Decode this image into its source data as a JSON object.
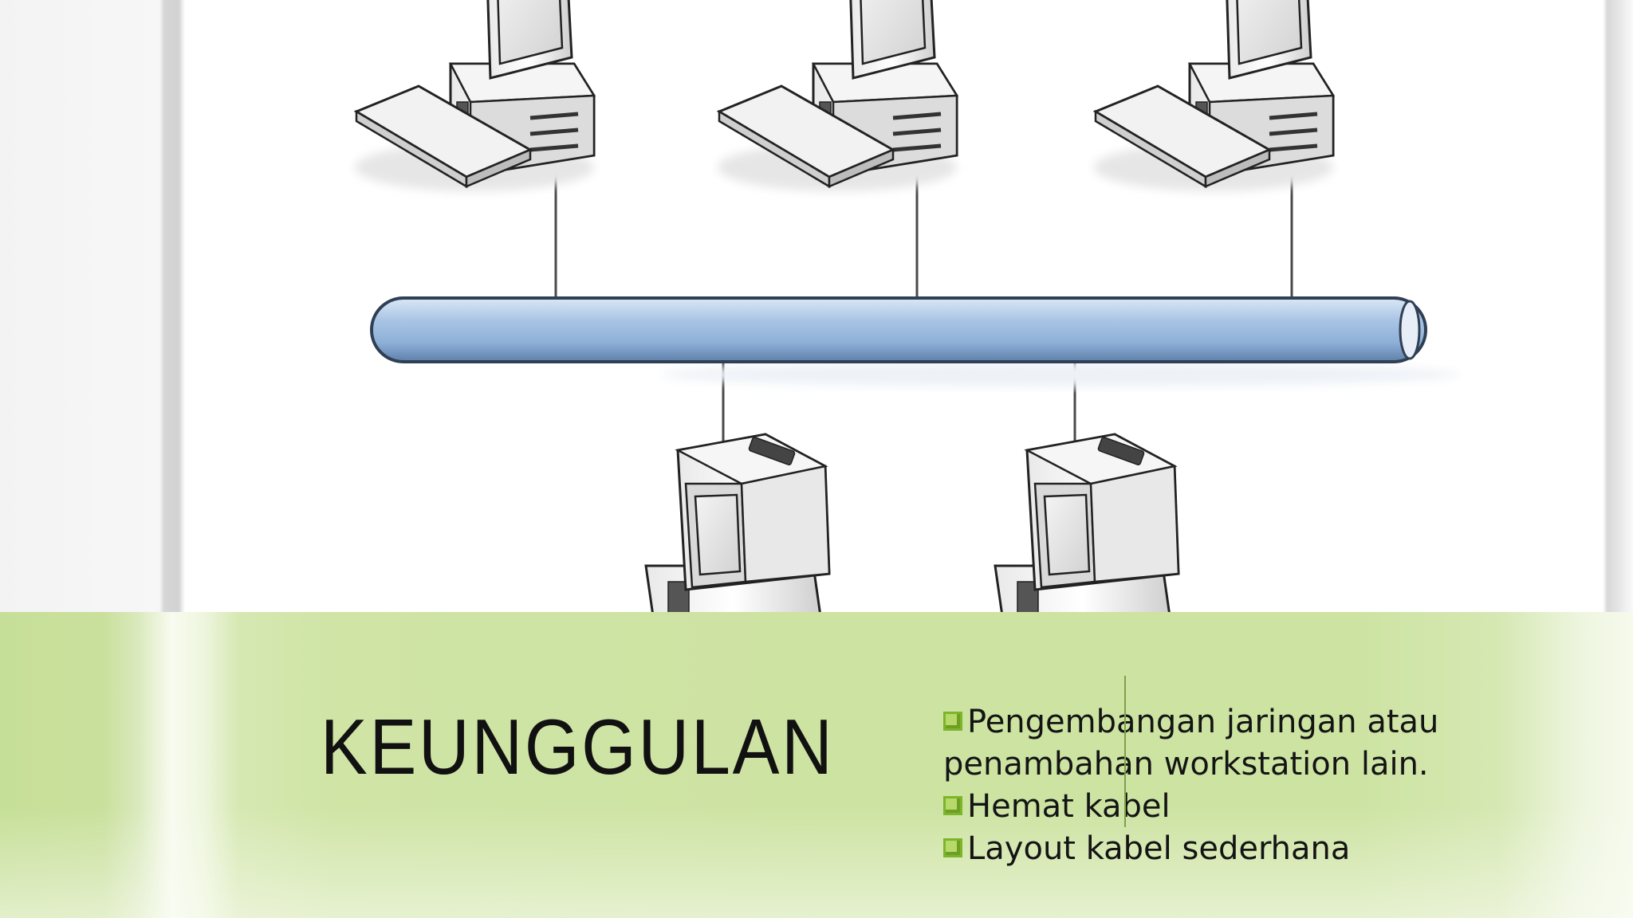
{
  "diagram": {
    "type": "bus-topology",
    "nodes": [
      {
        "id": "workstation-top-1",
        "icon": "desktop-computer-icon"
      },
      {
        "id": "workstation-top-2",
        "icon": "desktop-computer-icon"
      },
      {
        "id": "workstation-top-3",
        "icon": "desktop-computer-icon"
      },
      {
        "id": "workstation-bottom-1",
        "icon": "desktop-computer-icon"
      },
      {
        "id": "workstation-bottom-2",
        "icon": "desktop-computer-icon"
      }
    ],
    "bus": {
      "icon": "backbone-cable",
      "color": "#9fbde0"
    }
  },
  "slide": {
    "title": "KEUNGGULAN",
    "bullets": [
      "Pengembangan jaringan atau penambahan workstation lain.",
      "Hemat kabel",
      "Layout kabel sederhana"
    ],
    "bullet_icon": "square-bullet-icon",
    "bullet_color": "#7cb52a",
    "band_color": "#cde3a2"
  }
}
